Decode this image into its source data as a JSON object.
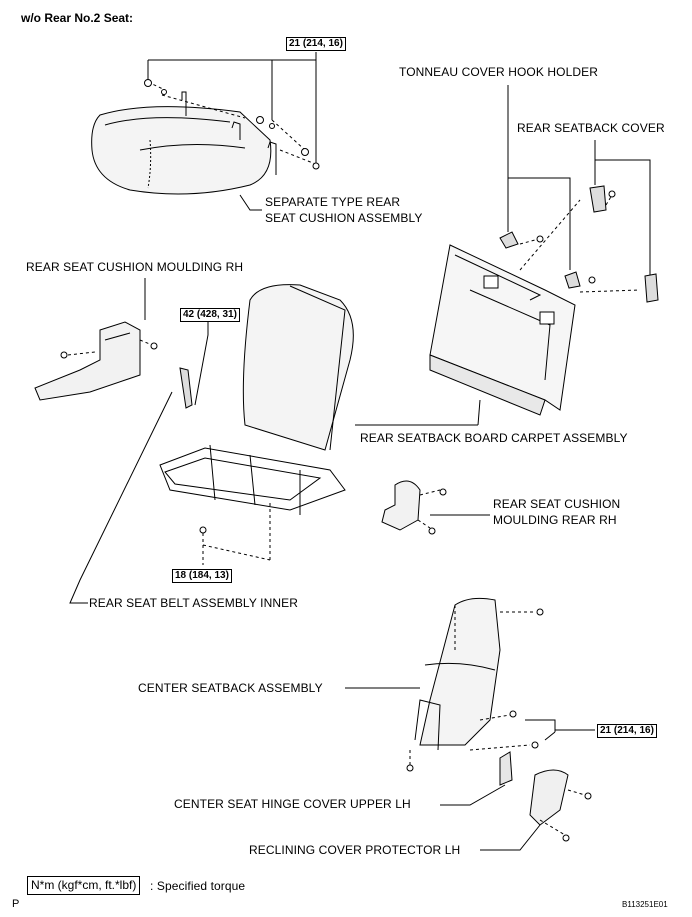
{
  "header": {
    "title": "w/o Rear No.2 Seat:"
  },
  "torque_callouts": {
    "t1": "21 (214, 16)",
    "t2": "42 (428, 31)",
    "t3": "18 (184, 13)",
    "t4": "21 (214, 16)"
  },
  "labels": {
    "tonneau": "TONNEAU COVER HOOK HOLDER",
    "rear_seatback_cover": "REAR SEATBACK COVER",
    "separate_line1": "SEPARATE TYPE REAR",
    "separate_line2": "SEAT CUSHION ASSEMBLY",
    "cushion_moulding_rh": "REAR SEAT CUSHION MOULDING RH",
    "seatback_board": "REAR SEATBACK BOARD CARPET ASSEMBLY",
    "moulding_rear_line1": "REAR SEAT CUSHION",
    "moulding_rear_line2": "MOULDING REAR RH",
    "belt_inner": "REAR SEAT BELT ASSEMBLY INNER",
    "center_seatback": "CENTER SEATBACK ASSEMBLY",
    "hinge_cover": "CENTER SEAT HINGE COVER UPPER LH",
    "reclining_cover": "RECLINING COVER PROTECTOR LH"
  },
  "legend": {
    "box_text": "N*m (kgf*cm, ft.*lbf)",
    "desc": ": Specified torque"
  },
  "footer": {
    "left_mark": "P",
    "code": "B113251E01"
  }
}
